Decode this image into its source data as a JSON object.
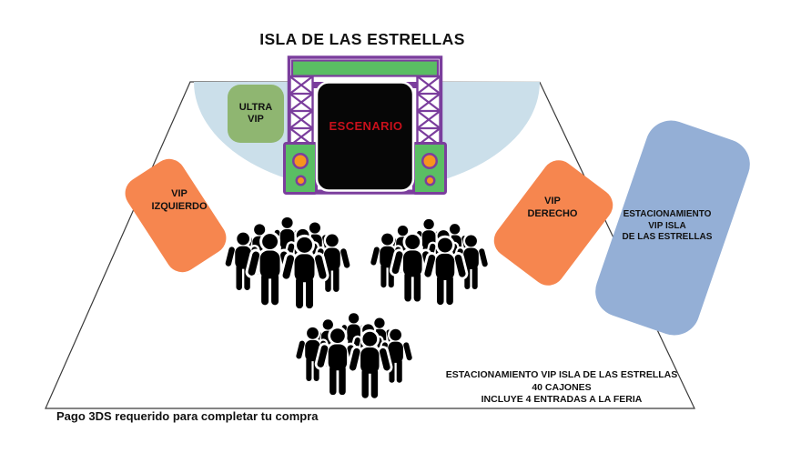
{
  "title": "ISLA DE LAS ESTRELLAS",
  "stage": {
    "screen_label": "ESCENARIO"
  },
  "zones": {
    "ultra_vip": {
      "lines": [
        "ULTRA",
        "VIP"
      ]
    },
    "vip_izquierdo": {
      "lines": [
        "VIP",
        "IZQUIERDO"
      ]
    },
    "vip_derecho": {
      "lines": [
        "VIP",
        "DERECHO"
      ]
    },
    "estacionamiento_vip": {
      "lines": [
        "ESTACIONAMIENTO",
        "VIP ISLA",
        "DE LAS ESTRELLAS"
      ]
    }
  },
  "info_box": {
    "lines": [
      "ESTACIONAMIENTO VIP ISLA DE LAS ESTRELLAS",
      "40 CAJONES",
      "INCLUYE 4 ENTRADAS A LA FERIA"
    ]
  },
  "footer_note": "Pago 3DS requerido para completar tu compra",
  "icons": {
    "crowd": "crowd-silhouette-icon",
    "speaker": "speaker-icon",
    "truss": "truss-tower-icon"
  },
  "colors": {
    "purple": "#7B3E9D",
    "stage_green": "#5ABE63",
    "ultra_vip_green": "#8FB671",
    "speaker_orange": "#F7941E",
    "vip_orange": "#F6864F",
    "parking_blue": "#94AFD6",
    "apron_blue": "#CBDFEA",
    "screen_black": "#060606",
    "escenario_red": "#C8101B",
    "outline_gray": "#3A3A3A",
    "text_black": "#111111"
  }
}
